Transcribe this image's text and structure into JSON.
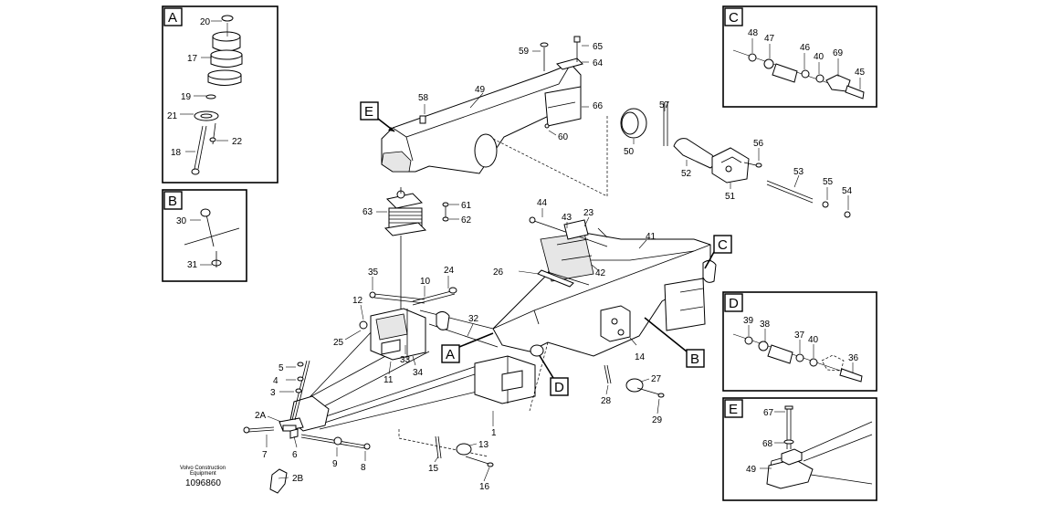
{
  "figure_number": "1096860",
  "credit": [
    "Volvo Construction",
    "Equipment"
  ],
  "detail_views": [
    "A",
    "B",
    "C",
    "D",
    "E"
  ],
  "detail_a_parts": [
    "20",
    "17",
    "19",
    "21",
    "18",
    "22"
  ],
  "detail_b_parts": [
    "30",
    "31"
  ],
  "detail_c_parts": [
    "48",
    "47",
    "46",
    "40",
    "69",
    "45"
  ],
  "detail_d_parts": [
    "39",
    "38",
    "37",
    "40",
    "36"
  ],
  "detail_e_parts": [
    "67",
    "68",
    "49"
  ],
  "main_parts": [
    "59",
    "65",
    "64",
    "49",
    "58",
    "66",
    "60",
    "63",
    "61",
    "62",
    "57",
    "50",
    "52",
    "56",
    "51",
    "53",
    "55",
    "54",
    "44",
    "43",
    "23",
    "41",
    "26",
    "42",
    "35",
    "10",
    "24",
    "12",
    "32",
    "25",
    "33",
    "34",
    "11",
    "5",
    "4",
    "3",
    "2A",
    "7",
    "6",
    "9",
    "8",
    "2B",
    "1",
    "13",
    "14",
    "15",
    "16",
    "27",
    "28",
    "29"
  ],
  "detail_callouts": [
    "A",
    "B",
    "C",
    "D",
    "E"
  ]
}
